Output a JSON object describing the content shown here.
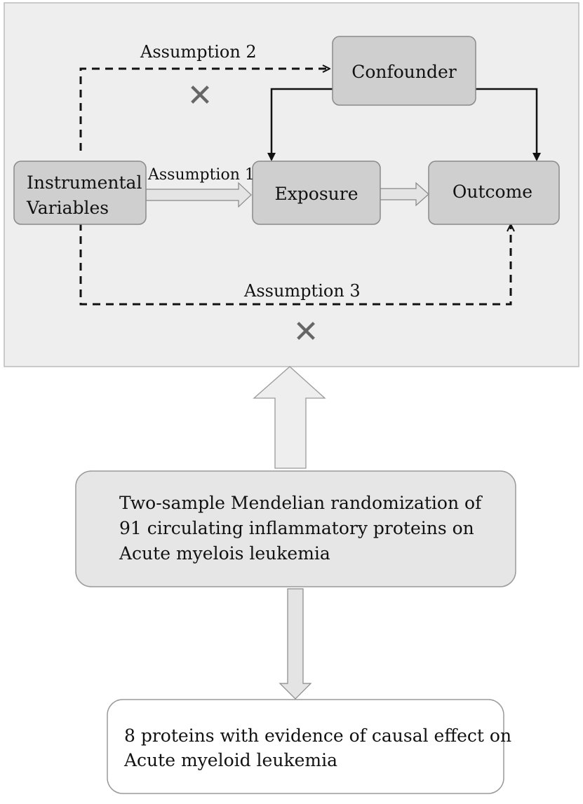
{
  "diagram": {
    "nodes": {
      "instrumental_variables": {
        "line1": "Instrumental",
        "line2": "Variables"
      },
      "confounder": {
        "label": "Confounder"
      },
      "exposure": {
        "label": "Exposure"
      },
      "outcome": {
        "label": "Outcome"
      }
    },
    "edges": {
      "assumption1": "Assumption 1",
      "assumption2": "Assumption 2",
      "assumption3": "Assumption 3"
    },
    "violation_mark": "✕"
  },
  "method_box": {
    "line1": "Two-sample Mendelian randomization of",
    "line2": "91 circulating inflammatory proteins on",
    "line3": "Acute myelois leukemia"
  },
  "result_box": {
    "line1": "8 proteins with evidence of causal effect on",
    "line2": "Acute myeloid leukemia"
  },
  "colors": {
    "panel_bg": "#eeeeee",
    "node_fill": "#cfcfcf",
    "arrow_fill": "#e4e4e4",
    "mark": "#666666"
  }
}
